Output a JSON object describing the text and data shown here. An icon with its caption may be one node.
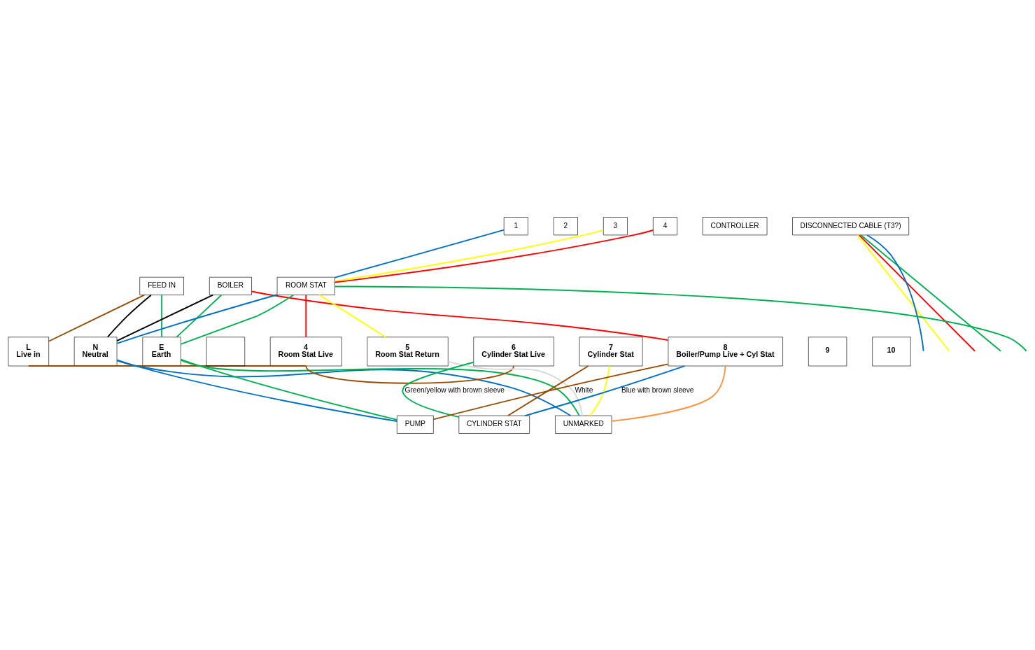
{
  "diagram": {
    "nodes": [
      {
        "text": [
          "FEED IN"
        ]
      },
      {
        "text": [
          "BOILER"
        ]
      },
      {
        "text": [
          "ROOM STAT"
        ]
      },
      {
        "text": [
          "1"
        ]
      },
      {
        "text": [
          "2"
        ]
      },
      {
        "text": [
          "3"
        ]
      },
      {
        "text": [
          "4"
        ]
      },
      {
        "text": [
          "CONTROLLER"
        ]
      },
      {
        "text": [
          "DISCONNECTED CABLE (T3?)"
        ]
      },
      {
        "text": [
          "L",
          "Live in"
        ]
      },
      {
        "text": [
          "N",
          "Neutral"
        ]
      },
      {
        "text": [
          "E",
          "Earth"
        ]
      },
      {
        "text": [],
        "shape": "box"
      },
      {
        "text": [
          "4",
          "Room Stat Live"
        ]
      },
      {
        "text": [
          "5",
          "Room Stat Return"
        ]
      },
      {
        "text": [
          "6",
          "Cylinder Stat Live"
        ]
      },
      {
        "text": [
          "7",
          "Cylinder Stat"
        ]
      },
      {
        "text": [
          "8",
          "Boiler/Pump Live + Cyl Stat"
        ]
      },
      {
        "text": [
          "9"
        ]
      },
      {
        "text": [
          "10"
        ]
      },
      {
        "text": [
          "PUMP"
        ]
      },
      {
        "text": [
          "CYLINDER STAT"
        ]
      },
      {
        "text": [
          "UNMARKED"
        ]
      }
    ],
    "edges": [
      {
        "from": 0,
        "to": 9,
        "arrow": "none",
        "color": "#964b00"
      },
      {
        "from": 0,
        "to": 10,
        "arrow": "none",
        "color": "#000000"
      },
      {
        "from": 0,
        "to": 11,
        "arrow": "none",
        "color": "#00b050"
      },
      {
        "from": 1,
        "to": 10,
        "arrow": "none",
        "color": "#000000"
      },
      {
        "from": 1,
        "to": 11,
        "arrow": "none",
        "color": "#00b050"
      },
      {
        "from": 1,
        "to": 17,
        "arrow": "none",
        "color": "#ff0000"
      },
      {
        "from": 2,
        "to": 10,
        "arrow": "none",
        "color": "#0070c0"
      },
      {
        "from": 2,
        "to": 11,
        "arrow": "none",
        "color": "#00b050"
      },
      {
        "from": 2,
        "to": 13,
        "arrow": "none",
        "color": "#ff0000"
      },
      {
        "from": 2,
        "to": 14,
        "arrow": "none",
        "color": "#ffff00"
      },
      {
        "from": 2,
        "to": null,
        "arrow": "none",
        "color": "#00b050"
      },
      {
        "from": 2,
        "to": 3,
        "arrow": "none",
        "color": "#0070c0"
      },
      {
        "from": 2,
        "to": 5,
        "arrow": "none",
        "color": "#ffff00"
      },
      {
        "from": 2,
        "to": 6,
        "arrow": "none",
        "color": "#ff0000"
      },
      {
        "from": 8,
        "to": null,
        "arrow": "none",
        "color": "#00b050"
      },
      {
        "from": 8,
        "to": null,
        "arrow": "none",
        "color": "#ff0000"
      },
      {
        "from": 8,
        "to": null,
        "arrow": "none",
        "color": "#ffff00"
      },
      {
        "from": 8,
        "to": null,
        "arrow": "none",
        "color": "#0070c0"
      },
      {
        "from": 9,
        "to": 13,
        "arrow": "none",
        "color": "#964b00"
      },
      {
        "from": 13,
        "to": 15,
        "arrow": "none",
        "color": "#964b00"
      },
      {
        "from": 10,
        "to": 20,
        "arrow": "none",
        "color": "#0070c0"
      },
      {
        "from": 10,
        "to": 22,
        "arrow": "none",
        "color": "#0070c0"
      },
      {
        "from": 11,
        "to": 20,
        "arrow": "none",
        "color": "#00b050"
      },
      {
        "from": 11,
        "to": 22,
        "arrow": "none",
        "color": "#00b050"
      },
      {
        "from": 14,
        "to": 22,
        "arrow": "none",
        "label": "White",
        "color": "#d9d9d9"
      },
      {
        "from": 15,
        "to": 21,
        "arrow": "none",
        "label": "Green/yellow with brown sleeve",
        "color": "#00b050"
      },
      {
        "from": 16,
        "to": 21,
        "arrow": "none",
        "color": "#964b00"
      },
      {
        "from": 16,
        "to": 22,
        "arrow": "none",
        "color": "#ffff00"
      },
      {
        "from": 17,
        "to": 20,
        "arrow": "none",
        "color": "#964b00"
      },
      {
        "from": 17,
        "to": 21,
        "arrow": "none",
        "label": "Blue with brown sleeve",
        "color": "#0070c0"
      },
      {
        "from": 17,
        "to": 22,
        "arrow": "none",
        "color": "#f79646"
      }
    ]
  }
}
